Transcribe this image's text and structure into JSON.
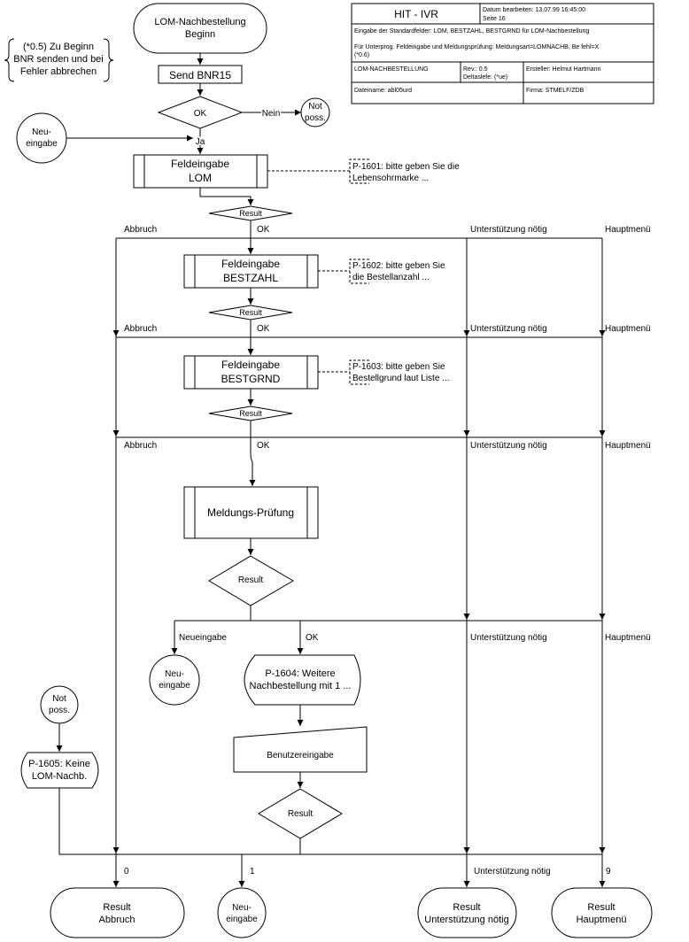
{
  "header": {
    "title": "HIT - IVR",
    "date_line": "Datum bearbeiten: 13.07.99 16:45:00",
    "page_line": "Seite 16",
    "desc_line1": "Eingabe der Standardfelder: LOM, BESTZAHL, BESTGRND für LOM-Nachbestellung",
    "desc_line2": "Für Unterprog. Feldeingabe und Meldungsprüfung: Meldungsart=LOMNACHB, Be      fehl=X",
    "desc_line3": "(*0.6)",
    "module": "LOM-NACHBESTELLUNG",
    "rev_line1": "Rev.: 0.5",
    "rev_line2": "Deltaslefe: (*ue)",
    "author": "Ersteller: Helmut Hartmann",
    "filename": "Dateiname: abl05urd",
    "company": "Firma: STMELF/ZDB"
  },
  "nodes": {
    "start_line1": "LOM-Nachbestellung",
    "start_line2": "Beginn",
    "note_line1": "(*0.5) Zu Beginn",
    "note_line2": "BNR senden und bei",
    "note_line3": "Fehler abbrechen",
    "send": "Send BNR15",
    "ok_decision": "OK",
    "nein": "Nein",
    "notposs_a_line1": "Not",
    "notposs_a_line2": "poss.",
    "neu_a_line1": "Neu-",
    "neu_a_line2": "eingabe",
    "ja": "Ja",
    "fe1_line1": "Feldeingabe",
    "fe1_line2": "LOM",
    "p1601_line1": "P-1601: bitte geben Sie die",
    "p1601_line2": "Lebensohrmarke ...",
    "fe2_line1": "Feldeingabe",
    "fe2_line2": "BESTZAHL",
    "p1602_line1": "P-1602: bitte geben Sie",
    "p1602_line2": "die Bestellanzahl ...",
    "fe3_line1": "Feldeingabe",
    "fe3_line2": "BESTGRND",
    "p1603_line1": "P-1603: bitte geben Sie",
    "p1603_line2": "Bestellgrund laut Liste ...",
    "result": "Result",
    "abbruch": "Abbruch",
    "ok": "OK",
    "unterstuetzung": "Unterstützung nötig",
    "hauptmenue": "Hauptmenü",
    "mp": "Meldungs-Prüfung",
    "neueingabe": "Neueingabe",
    "neu_b_line1": "Neu-",
    "neu_b_line2": "eingabe",
    "p1604_line1": "P-1604: Weitere",
    "p1604_line2": "Nachbestellung mit 1 ...",
    "benutzer": "Benutzereingabe",
    "notposs_b_line1": "Not",
    "notposs_b_line2": "poss.",
    "p1605_line1": "P-1605: Keine",
    "p1605_line2": "LOM-Nachb.",
    "out_0": "0",
    "out_1": "1",
    "out_9": "9",
    "end1_line1": "Result",
    "end1_line2": "Abbruch",
    "end2_line1": "Neu-",
    "end2_line2": "eingabe",
    "end3_line1": "Result",
    "end3_line2": "Unterstützung nötig",
    "end4_line1": "Result",
    "end4_line2": "Hauptmenü"
  }
}
